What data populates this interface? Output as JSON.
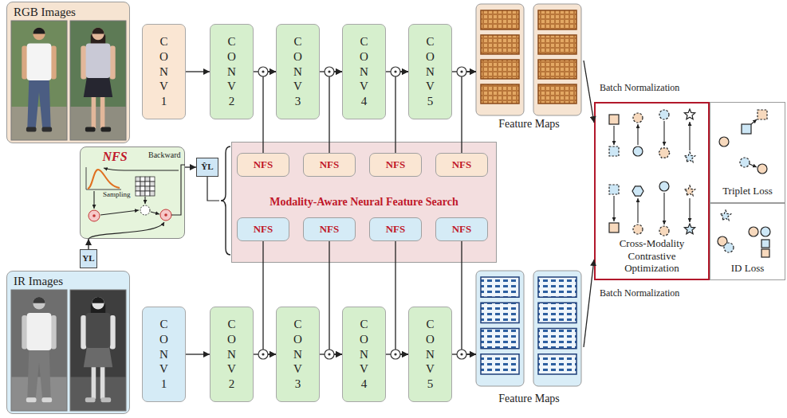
{
  "diagram": {
    "nodes": [
      {
        "text": [
          "RGB Images"
        ]
      },
      {
        "text": [
          "C O N V 1"
        ]
      },
      {
        "text": [
          "C O N V 2"
        ]
      },
      {
        "text": [
          "C O N V 3"
        ]
      },
      {
        "text": [
          "C O N V 4"
        ]
      },
      {
        "text": [
          "C O N V 5"
        ]
      },
      {
        "text": [
          "Feature Maps"
        ]
      },
      {
        "text": [
          "NFS"
        ]
      },
      {
        "text": [
          "ŶL"
        ]
      },
      {
        "text": [
          "Modality-Aware Neural Feature Search"
        ]
      },
      {
        "text": [
          "NFS"
        ],
        "in": 9
      },
      {
        "text": [
          "NFS"
        ],
        "in": 9
      },
      {
        "text": [
          "NFS"
        ],
        "in": 9
      },
      {
        "text": [
          "NFS"
        ],
        "in": 9
      },
      {
        "text": [
          "NFS"
        ],
        "in": 9
      },
      {
        "text": [
          "NFS"
        ],
        "in": 9
      },
      {
        "text": [
          "NFS"
        ],
        "in": 9
      },
      {
        "text": [
          "NFS"
        ],
        "in": 9
      },
      {
        "text": [
          "YL"
        ]
      },
      {
        "text": [
          "IR Images"
        ]
      },
      {
        "text": [
          "C O N V 1"
        ]
      },
      {
        "text": [
          "C O N V 2"
        ]
      },
      {
        "text": [
          "C O N V 3"
        ]
      },
      {
        "text": [
          "C O N V 4"
        ]
      },
      {
        "text": [
          "C O N V 5"
        ]
      },
      {
        "text": [
          "Feature Maps"
        ]
      },
      {
        "text": [
          "Cross-Modality Contrastive Optimization"
        ]
      },
      {
        "text": [
          "Triplet Loss"
        ]
      },
      {
        "text": [
          "ID Loss"
        ]
      }
    ],
    "edges": [
      {
        "from": 1,
        "to": 2,
        "arrow": "to"
      },
      {
        "from": 2,
        "to": 3,
        "arrow": "to"
      },
      {
        "from": 3,
        "to": 4,
        "arrow": "to"
      },
      {
        "from": 4,
        "to": 5,
        "arrow": "to"
      },
      {
        "from": 5,
        "to": 6,
        "arrow": "to"
      },
      {
        "from": 10,
        "to": 3,
        "arrow": "to"
      },
      {
        "from": 11,
        "to": 4,
        "arrow": "to"
      },
      {
        "from": 12,
        "to": 5,
        "arrow": "to"
      },
      {
        "from": 13,
        "to": 6,
        "arrow": "to"
      },
      {
        "from": 20,
        "to": 21,
        "arrow": "to"
      },
      {
        "from": 21,
        "to": 22,
        "arrow": "to"
      },
      {
        "from": 22,
        "to": 23,
        "arrow": "to"
      },
      {
        "from": 23,
        "to": 24,
        "arrow": "to"
      },
      {
        "from": 24,
        "to": 25,
        "arrow": "to"
      },
      {
        "from": 14,
        "to": 22,
        "arrow": "to"
      },
      {
        "from": 15,
        "to": 23,
        "arrow": "to"
      },
      {
        "from": 16,
        "to": 24,
        "arrow": "to"
      },
      {
        "from": 17,
        "to": 25,
        "arrow": "to"
      },
      {
        "from": 6,
        "to": 26,
        "label": "Batch Normalization",
        "arrow": "to"
      },
      {
        "from": 25,
        "to": 26,
        "label": "Batch Normalization",
        "arrow": "to"
      },
      {
        "from": 18,
        "to": 7,
        "arrow": "to"
      },
      {
        "from": 7,
        "to": 8,
        "arrow": "to"
      }
    ],
    "labels": [
      "Backward",
      "Sampling"
    ]
  }
}
